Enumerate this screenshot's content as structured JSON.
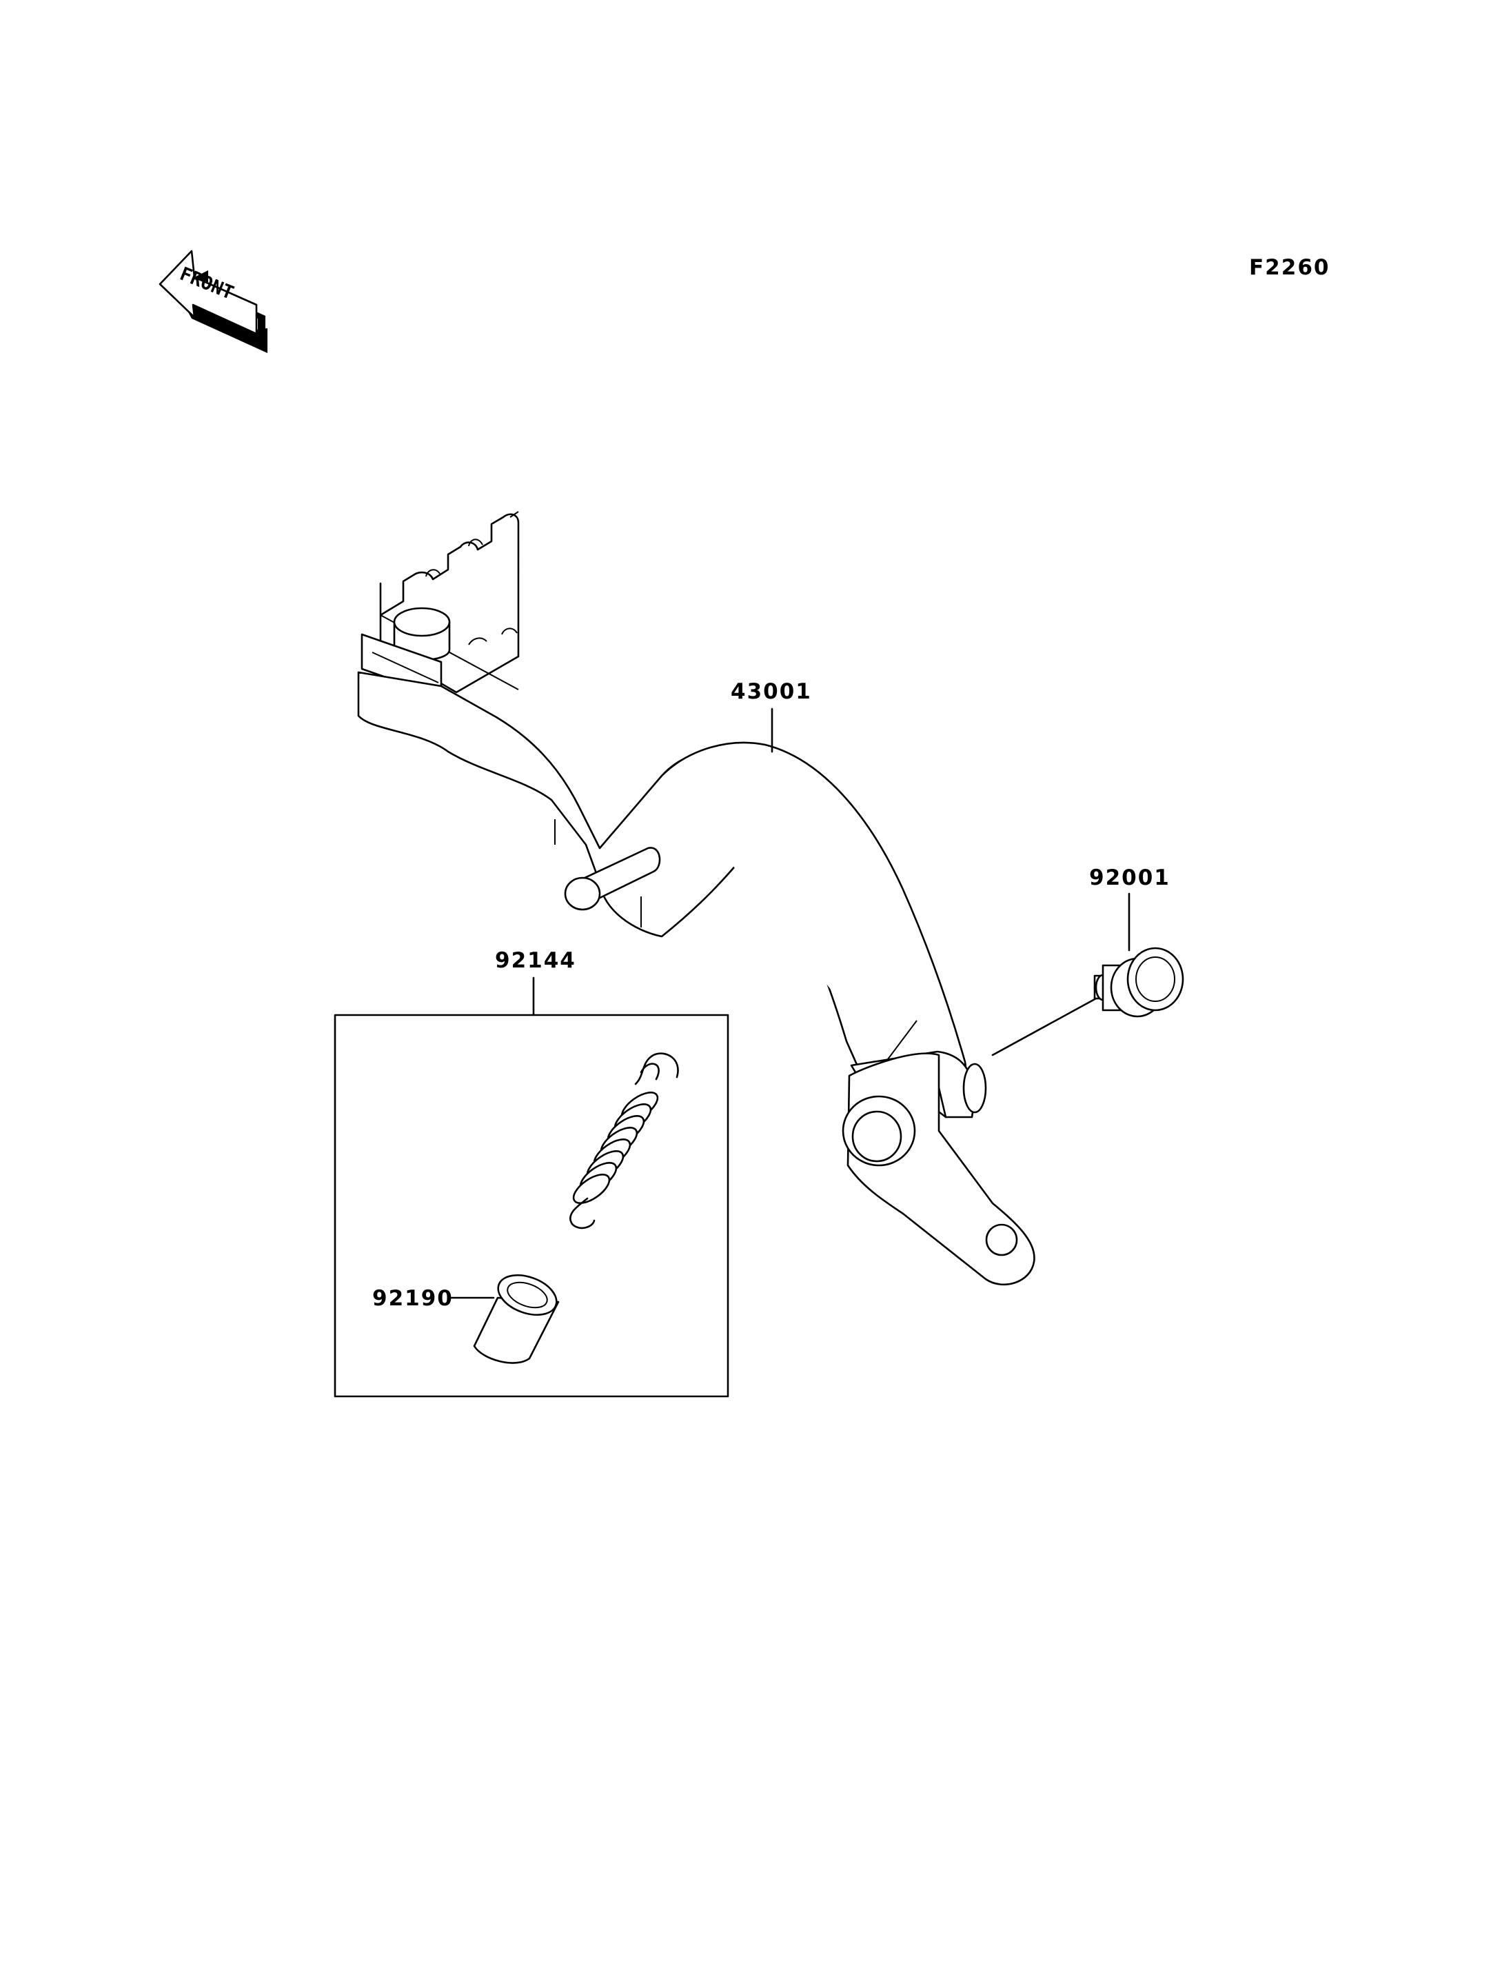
{
  "diagram": {
    "figure_code": "F2260",
    "front_arrow_label": "FRONT",
    "callouts": {
      "brake_pedal": "43001",
      "bolt": "92001",
      "kit": "92144",
      "sleeve": "92190"
    }
  }
}
